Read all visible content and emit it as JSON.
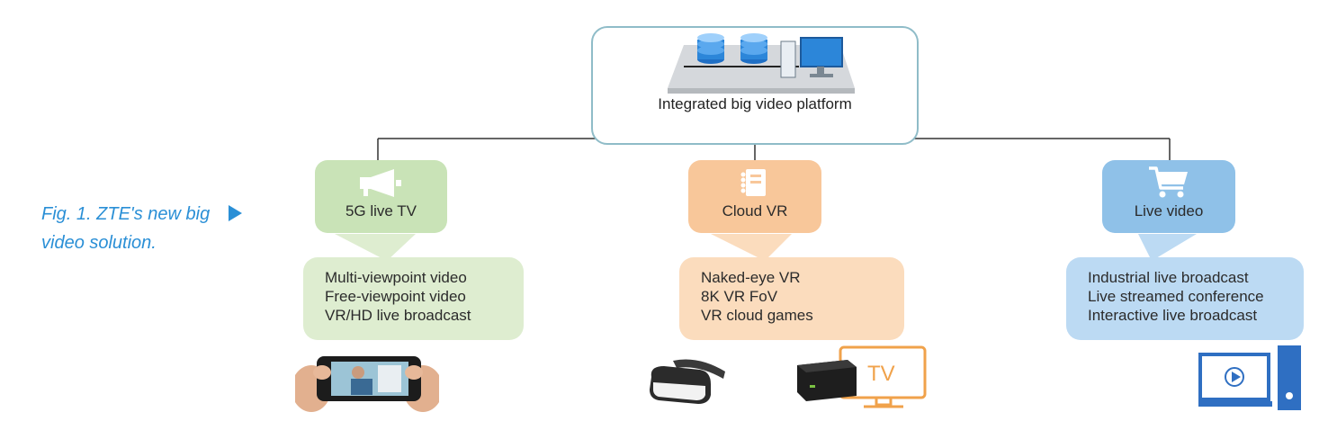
{
  "caption": {
    "line1": "Fig. 1. ZTE's new big",
    "line2": "video solution."
  },
  "platform": {
    "label": "Integrated big video platform",
    "icons": [
      "database-icon",
      "database-icon",
      "computer-icon"
    ]
  },
  "categories": [
    {
      "label": "5G live TV",
      "icon": "megaphone-icon",
      "color": "#c9e3b7",
      "bubble_color": "#deedd0",
      "items": [
        "Multi-viewpoint video",
        "Free-viewpoint video",
        "VR/HD live broadcast"
      ]
    },
    {
      "label": "Cloud VR",
      "icon": "notebook-icon",
      "color": "#f8c79a",
      "bubble_color": "#fbdcbd",
      "items": [
        "Naked-eye VR",
        "8K VR FoV",
        "VR cloud games"
      ]
    },
    {
      "label": "Live video",
      "icon": "shopping-cart-icon",
      "color": "#8fc1e8",
      "bubble_color": "#bcdaf3",
      "items": [
        "Industrial live broadcast",
        "Live streamed conference",
        "Interactive live broadcast"
      ]
    }
  ],
  "devices": {
    "tv_label": "TV"
  },
  "colors": {
    "accent": "#2a8fd6",
    "line": "#333333",
    "tv_orange": "#f0a24b",
    "pc_blue": "#2f6fc2"
  }
}
